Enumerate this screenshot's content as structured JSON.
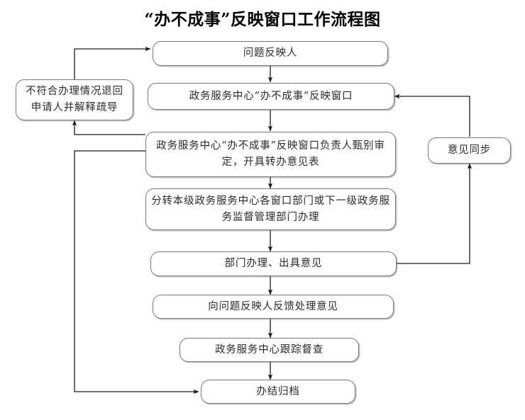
{
  "title": "“办不成事”反映窗口工作流程图",
  "colors": {
    "border": "#7a7a7a",
    "text": "#2b2b2b",
    "line": "#1a1a1a",
    "background": "#ffffff"
  },
  "nodes": {
    "reporter": "问题反映人",
    "window": "政务服务中心“办不成事”反映窗口",
    "screening": "政务服务中心“办不成事”反映窗口负责人甄别审定，开具转办意见表",
    "dispatch": "分转本级政务服务中心各窗口部门或下一级政务服务监督管理部门办理",
    "department": "部门办理、出具意见",
    "feedback": "向问题反映人反馈处理意见",
    "supervision": "政务服务中心跟踪督查",
    "archive": "办结归档",
    "reject": "不符合办理情况退回申请人并解释疏导",
    "sync": "意见同步"
  },
  "connections": [
    {
      "name": "reporter-to-window",
      "from": "reporter",
      "to": "window"
    },
    {
      "name": "window-to-screening",
      "from": "window",
      "to": "screening"
    },
    {
      "name": "screening-to-dispatch",
      "from": "screening",
      "to": "dispatch"
    },
    {
      "name": "dispatch-to-department",
      "from": "dispatch",
      "to": "department"
    },
    {
      "name": "department-to-feedback",
      "from": "department",
      "to": "feedback"
    },
    {
      "name": "feedback-to-supervision",
      "from": "feedback",
      "to": "supervision"
    },
    {
      "name": "supervision-to-archive",
      "from": "supervision",
      "to": "archive"
    },
    {
      "name": "screening-to-reject",
      "from": "screening",
      "to": "reject"
    },
    {
      "name": "reject-to-reporter",
      "from": "reject",
      "to": "reporter"
    },
    {
      "name": "screening-to-archive",
      "from": "screening",
      "to": "archive"
    },
    {
      "name": "department-to-sync",
      "from": "department",
      "to": "sync"
    },
    {
      "name": "sync-to-window",
      "from": "sync",
      "to": "window"
    }
  ]
}
